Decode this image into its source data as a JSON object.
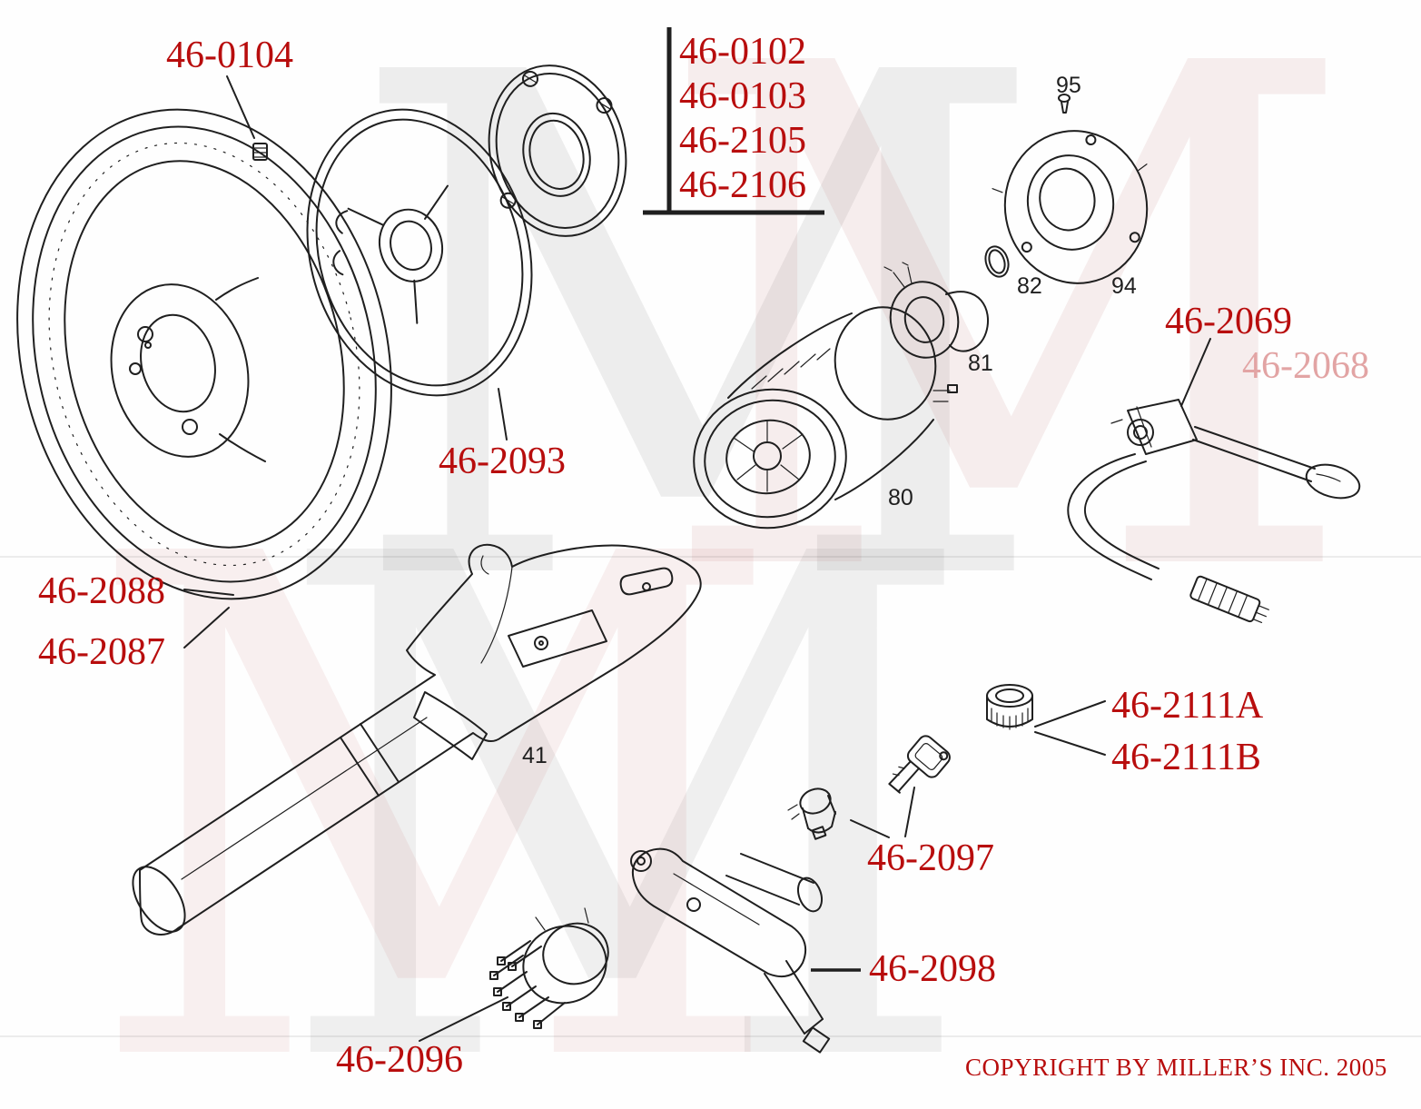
{
  "palette": {
    "red": "#b80d0d",
    "pink": "#e2a4a4",
    "ink": "#1f1f1f"
  },
  "watermark": {
    "letter": "M"
  },
  "labels": {
    "l0104": "46-0104",
    "group": [
      "46-0102",
      "46-0103",
      "46-2105",
      "46-2106"
    ],
    "l2093": "46-2093",
    "l2088": "46-2088",
    "l2087": "46-2087",
    "l2069": "46-2069",
    "l2068": "46-2068",
    "l2111a": "46-2111A",
    "l2111b": "46-2111B",
    "l2097": "46-2097",
    "l2098": "46-2098",
    "l2096": "46-2096"
  },
  "callouts": {
    "n95": "95",
    "n94": "94",
    "n82": "82",
    "n81": "81",
    "n80": "80",
    "n41": "41"
  },
  "footer": {
    "copyright": "COPYRIGHT BY MILLER’S INC. 2005"
  }
}
